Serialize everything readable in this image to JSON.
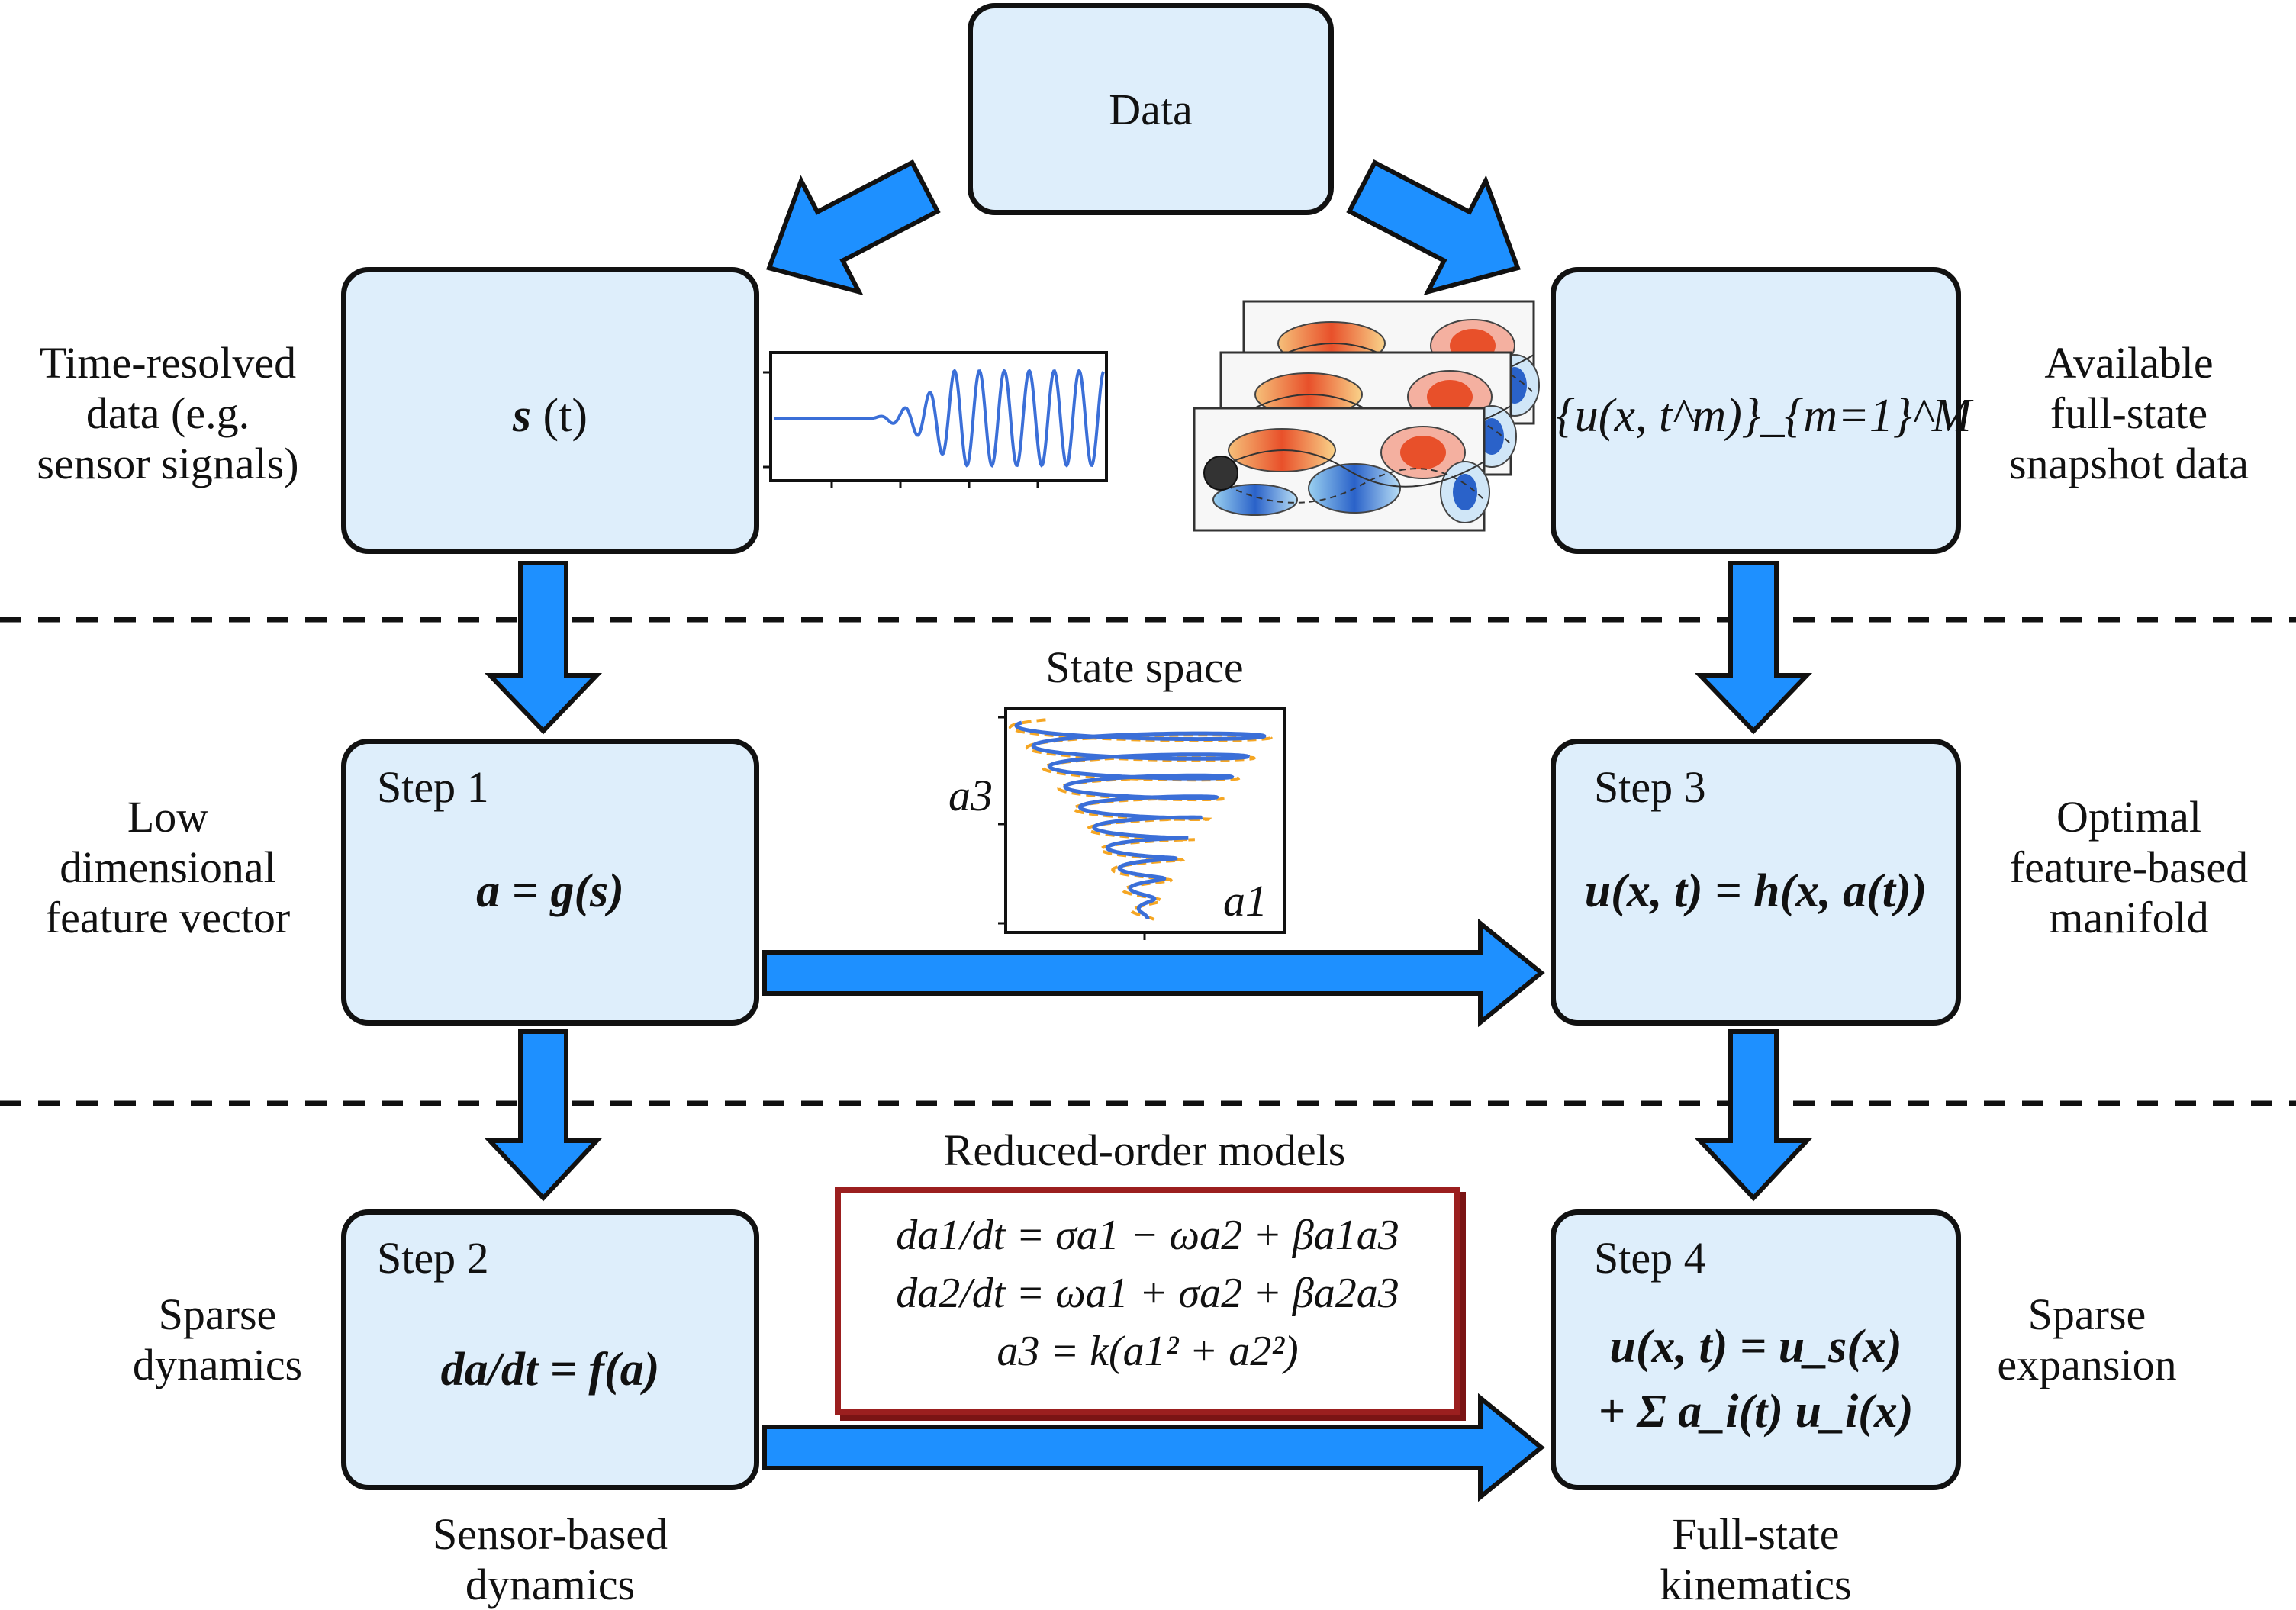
{
  "boxes": {
    "data": {
      "label": "Data"
    },
    "sensor": {
      "symbol": "s",
      "arg": "(t)"
    },
    "snapshot": {
      "math": "{u(x, t^m)}_{m=1}^M"
    },
    "step1": {
      "title": "Step 1",
      "math": "a = g(s)"
    },
    "step3": {
      "title": "Step 3",
      "math": "u(x, t) = h(x, a(t))"
    },
    "step2": {
      "title": "Step 2",
      "math": "da/dt = f(a)"
    },
    "step4": {
      "title": "Step 4",
      "math_line1": "u(x, t) = u_s(x)",
      "math_line2": "+ Σ a_i(t) u_i(x)"
    }
  },
  "side_labels": {
    "time_resolved": [
      "Time-resolved",
      "data (e.g.",
      "sensor signals)"
    ],
    "available": [
      "Available",
      "full-state",
      "snapshot data"
    ],
    "low_dim": [
      "Low",
      "dimensional",
      "feature vector"
    ],
    "optimal": [
      "Optimal",
      "feature-based",
      "manifold"
    ],
    "sparse_dyn": [
      "Sparse",
      "dynamics"
    ],
    "sparse_exp": [
      "Sparse",
      "expansion"
    ],
    "sensor_based": [
      "Sensor-based",
      "dynamics"
    ],
    "full_state": [
      "Full-state",
      "kinematics"
    ]
  },
  "state_space": {
    "title": "State space",
    "xlabel": "a1",
    "ylabel": "a3"
  },
  "reduced_order": {
    "title": "Reduced-order models",
    "eq1": "da1/dt = σa1 − ωa2 + βa1a3",
    "eq2": "da2/dt = ωa1 + σa2 + βa2a3",
    "eq3": "a3 = k(a1² + a2²)"
  },
  "colors": {
    "arrow_fill": "#1e90ff",
    "box_fill": "#deeefb",
    "signal_line": "#3b6fd8",
    "trajectory_blue": "#3b6fd8",
    "trajectory_orange": "#f5a623",
    "rom_border": "#9b1f1f"
  }
}
